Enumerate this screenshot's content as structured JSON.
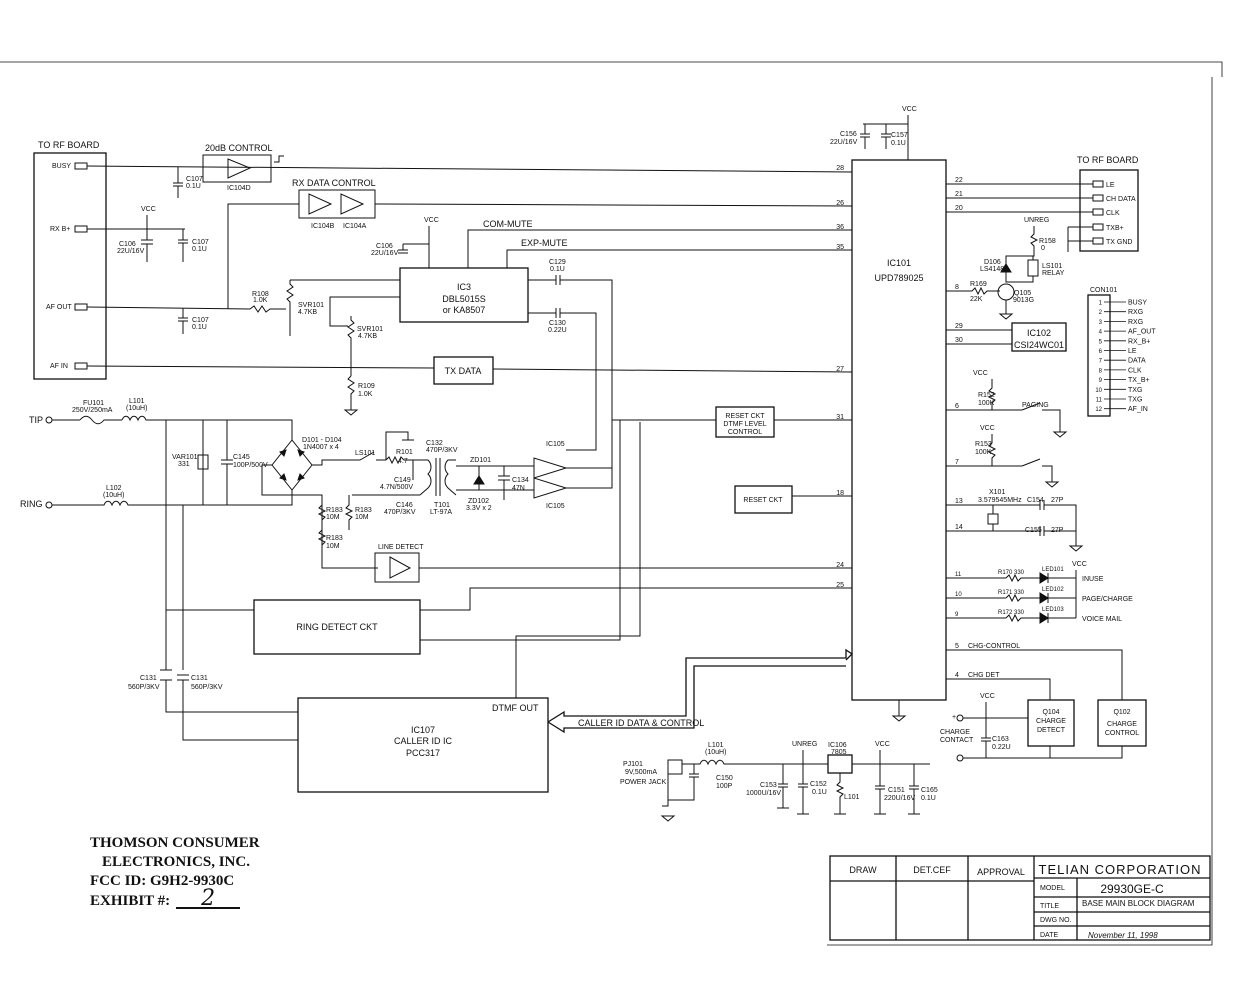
{
  "title_block": {
    "company": "TELIAN CORPORATION",
    "columns": [
      "DRAW",
      "DET.CEF",
      "APPROVAL"
    ],
    "rows": [
      {
        "label": "MODEL",
        "value": "29930GE-C"
      },
      {
        "label": "TITLE",
        "value": "BASE MAIN BLOCK DIAGRAM"
      },
      {
        "label": "DWG NO.",
        "value": ""
      },
      {
        "label": "DATE",
        "value": "November 11, 1998"
      }
    ]
  },
  "exhibit": {
    "line1": "THOMSON CONSUMER",
    "line2": "ELECTRONICS, INC.",
    "line3": "FCC ID: G9H2-9930C",
    "line4_label": "EXHIBIT #:",
    "number": "2"
  },
  "left_connector": {
    "title": "TO RF BOARD",
    "pins": [
      "BUSY",
      "RX B+",
      "AF OUT",
      "AF IN"
    ]
  },
  "right_connector": {
    "title": "TO RF BOARD",
    "pins": [
      "LE",
      "CH DATA",
      "CLK",
      "TXB+",
      "TX GND"
    ]
  },
  "con101": {
    "title": "CON101",
    "pins": [
      "BUSY",
      "RXG",
      "RXG",
      "AF_OUT",
      "RX_B+",
      "LE",
      "DATA",
      "CLK",
      "TX_B+",
      "TXG",
      "TXG",
      "AF_IN"
    ]
  },
  "blocks": {
    "ic101": [
      "IC101",
      "UPD789025"
    ],
    "ic3": [
      "IC3",
      "DBL5015S",
      "or KA8507"
    ],
    "ic102": [
      "IC102",
      "CSI24WC01"
    ],
    "ic107": [
      "IC107",
      "CALLER ID IC",
      "PCC317"
    ],
    "tx_data": "TX DATA",
    "reset_dtmf": [
      "RESET CKT",
      "DTMF LEVEL",
      "CONTROL"
    ],
    "reset_ckt": "RESET CKT",
    "ring_detect": "RING DETECT CKT",
    "q104": [
      "Q104",
      "CHARGE",
      "DETECT"
    ],
    "q102": [
      "Q102",
      "CHARGE",
      "CONTROL"
    ]
  },
  "signals": {
    "control_20db": "20dB CONTROL",
    "rx_data_control": "RX DATA CONTROL",
    "com_mute": "COM-MUTE",
    "exp_mute": "EXP-MUTE",
    "line_detect": "LINE DETECT",
    "dtmf_out": "DTMF OUT",
    "caller_id": "CALLER ID DATA & CONTROL",
    "chg_control": "CHG-CONTROL",
    "chg_det": "CHG DET",
    "paging": "PAGING",
    "charge_contact": [
      "CHARGE",
      "CONTACT"
    ],
    "tip": "TIP",
    "ring": "RING",
    "unreg": "UNREG",
    "vcc": "VCC"
  },
  "leds": [
    {
      "res": "R170 330",
      "led": "LED101",
      "label": "INUSE",
      "pin": "11"
    },
    {
      "res": "R171 330",
      "led": "LED102",
      "label": "PAGE/CHARGE",
      "pin": "10"
    },
    {
      "res": "R172 330",
      "led": "LED103",
      "label": "VOICE MAIL",
      "pin": "9"
    }
  ],
  "pin_numbers": {
    "busy": "28",
    "rx": "26",
    "com_mute": "36",
    "exp_mute": "35",
    "tx": "27",
    "reset_dtmf": "31",
    "reset": "18",
    "line_det": "24",
    "ring_det": "25",
    "le": "22",
    "ch_data": "21",
    "clk": "20",
    "relay": "8",
    "ic102_a": "29",
    "ic102_b": "30",
    "paging": "6",
    "sw": "7",
    "x1": "13",
    "x2": "14",
    "chg_ctl": "5",
    "chg_det": "4"
  },
  "components": {
    "ic104d": "IC104D",
    "ic104b": "IC104B",
    "ic104a": "IC104A",
    "c107": [
      "C107",
      "0.1U"
    ],
    "c106a": [
      "C106",
      "22U/16V"
    ],
    "c106b": [
      "C106",
      "22U/16V"
    ],
    "c156": [
      "C156",
      "22U/16V"
    ],
    "c157": [
      "C157",
      "0.1U"
    ],
    "r108": [
      "R108",
      "1.0K"
    ],
    "svr101a": [
      "SVR101",
      "4.7KB"
    ],
    "svr101b": [
      "SVR101",
      "4.7KB"
    ],
    "r109": [
      "R109",
      "1.0K"
    ],
    "c129": [
      "C129",
      "0.1U"
    ],
    "c130": [
      "C130",
      "0.22U"
    ],
    "fu101": [
      "FU101",
      "250V/250mA"
    ],
    "l101": [
      "L101",
      "(10uH)"
    ],
    "l102": [
      "L102",
      "(10uH)"
    ],
    "var101": [
      "VAR101",
      "331"
    ],
    "c145": [
      "C145",
      "100P/500V"
    ],
    "d101": [
      "D101 - D104",
      "1N4007 x 4"
    ],
    "ls101": "LS101",
    "r101": [
      "R101",
      "4.7"
    ],
    "c149": [
      "C149",
      "4.7N/500V"
    ],
    "c132": [
      "C132",
      "470P/3KV"
    ],
    "c146": [
      "C146",
      "470P/3KV"
    ],
    "t101": [
      "T101",
      "LT-97A"
    ],
    "zd101": "ZD101",
    "zd102": [
      "ZD102",
      "3.3V x 2"
    ],
    "c134": [
      "C134",
      "47N"
    ],
    "ic105": "IC105",
    "r183a": [
      "R183",
      "10M"
    ],
    "r183b": [
      "R183",
      "10M"
    ],
    "r183c": [
      "R183",
      "10M"
    ],
    "c131a": [
      "C131",
      "560P/3KV"
    ],
    "c131b": [
      "C131",
      "560P/3KV"
    ],
    "d106": [
      "D106",
      "LS4148"
    ],
    "r158": [
      "R158",
      "0"
    ],
    "ls101b": [
      "LS101",
      "RELAY"
    ],
    "r169": [
      "R169",
      "22K"
    ],
    "q105": [
      "Q105",
      "9013G"
    ],
    "r152": [
      "R152",
      "100K"
    ],
    "r153": [
      "R153",
      "100K"
    ],
    "x101": [
      "X101",
      "3.579545MHz"
    ],
    "c154": [
      "C154",
      "27P"
    ],
    "c155": [
      "C155",
      "27P"
    ],
    "c163": [
      "C163",
      "0.22U"
    ],
    "pj101": [
      "PJ101",
      "9V,500mA",
      "POWER JACK"
    ],
    "l101b": [
      "L101",
      "(10uH)"
    ],
    "c150": [
      "C150",
      "100P"
    ],
    "c153": [
      "C153",
      "1000U/16V"
    ],
    "c152": [
      "C152",
      "0.1U"
    ],
    "ic106": [
      "IC106",
      "7805"
    ],
    "l101c": "L101",
    "c151": [
      "C151",
      "220U/16V"
    ],
    "c165": [
      "C165",
      "0.1U"
    ]
  }
}
